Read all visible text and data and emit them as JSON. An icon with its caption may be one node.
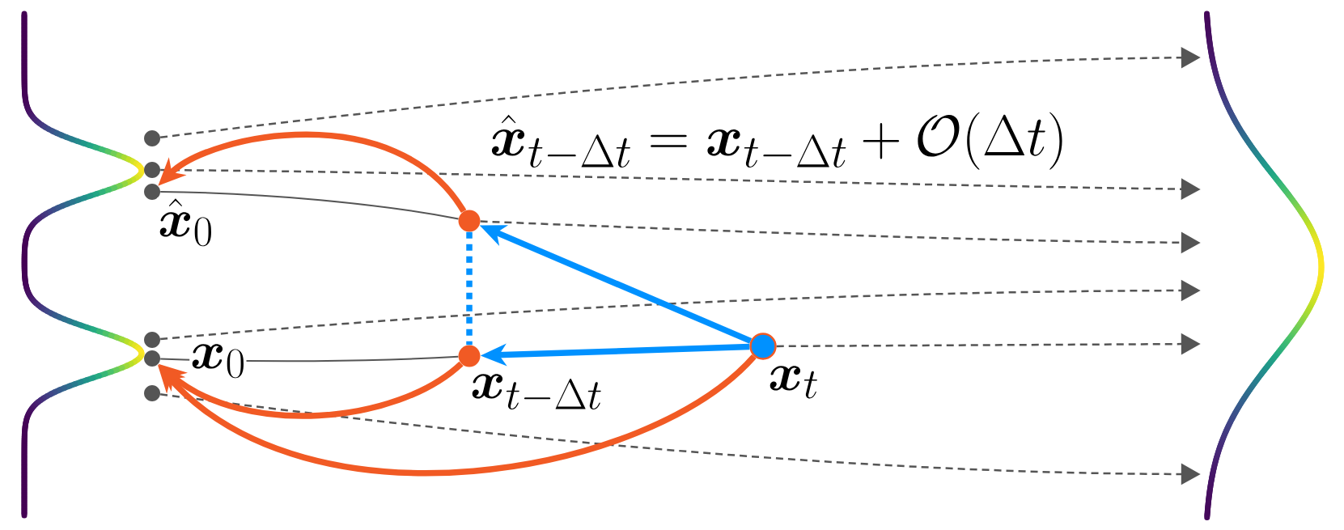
{
  "diagram": {
    "nodes": [
      {
        "text": [],
        "shape": "circle"
      },
      {
        "text": [],
        "shape": "circle"
      },
      {
        "text": [],
        "shape": "circle",
        "beside": [
          "\\hat{\\boldsymbol{x}}_0"
        ]
      },
      {
        "text": [],
        "shape": "circle"
      },
      {
        "text": [],
        "shape": "circle",
        "beside": [
          "\\boldsymbol{x}_0"
        ]
      },
      {
        "text": [],
        "shape": "circle"
      },
      {
        "text": [],
        "shape": "circle"
      },
      {
        "text": [],
        "shape": "circle",
        "beside": [
          "\\boldsymbol{x}_{t-\\Delta t}"
        ]
      },
      {
        "text": [],
        "shape": "circle",
        "beside": [
          "\\boldsymbol{x}_t"
        ]
      },
      {
        "text": [],
        "shape": "curve"
      }
    ],
    "edges": [
      {
        "from": 0,
        "to": 9,
        "arrow": "to",
        "style": "dashed"
      },
      {
        "from": 1,
        "to": 9,
        "arrow": "to",
        "style": "dashed"
      },
      {
        "from": 6,
        "to": 9,
        "arrow": "to",
        "style": "dashed"
      },
      {
        "from": 3,
        "to": 9,
        "arrow": "to",
        "style": "dashed"
      },
      {
        "from": 8,
        "to": 9,
        "arrow": "to",
        "style": "dashed"
      },
      {
        "from": 5,
        "to": 9,
        "arrow": "to",
        "style": "dashed"
      },
      {
        "from": 2,
        "to": 6,
        "arrow": "none"
      },
      {
        "from": 4,
        "to": 7,
        "arrow": "none"
      },
      {
        "from": 6,
        "to": 2,
        "arrow": "to",
        "style": "thick",
        "color": "#f15a24"
      },
      {
        "from": 7,
        "to": 4,
        "arrow": "to",
        "style": "thick",
        "color": "#f15a24"
      },
      {
        "from": 8,
        "to": 4,
        "arrow": "to",
        "style": "thick",
        "color": "#f15a24"
      },
      {
        "from": 8,
        "to": 6,
        "arrow": "to",
        "style": "thick",
        "color": "#0091ff"
      },
      {
        "from": 8,
        "to": 7,
        "arrow": "to",
        "style": "thick",
        "color": "#0091ff"
      },
      {
        "from": 6,
        "to": 7,
        "arrow": "none",
        "style": "dashed",
        "color": "#0091ff"
      }
    ],
    "labels": [
      "\\hat{\\boldsymbol{x}}_{t-\\Delta t} = \\boldsymbol{x}_{t-\\Delta t} + \\mathcal{O}(\\Delta t)"
    ]
  }
}
